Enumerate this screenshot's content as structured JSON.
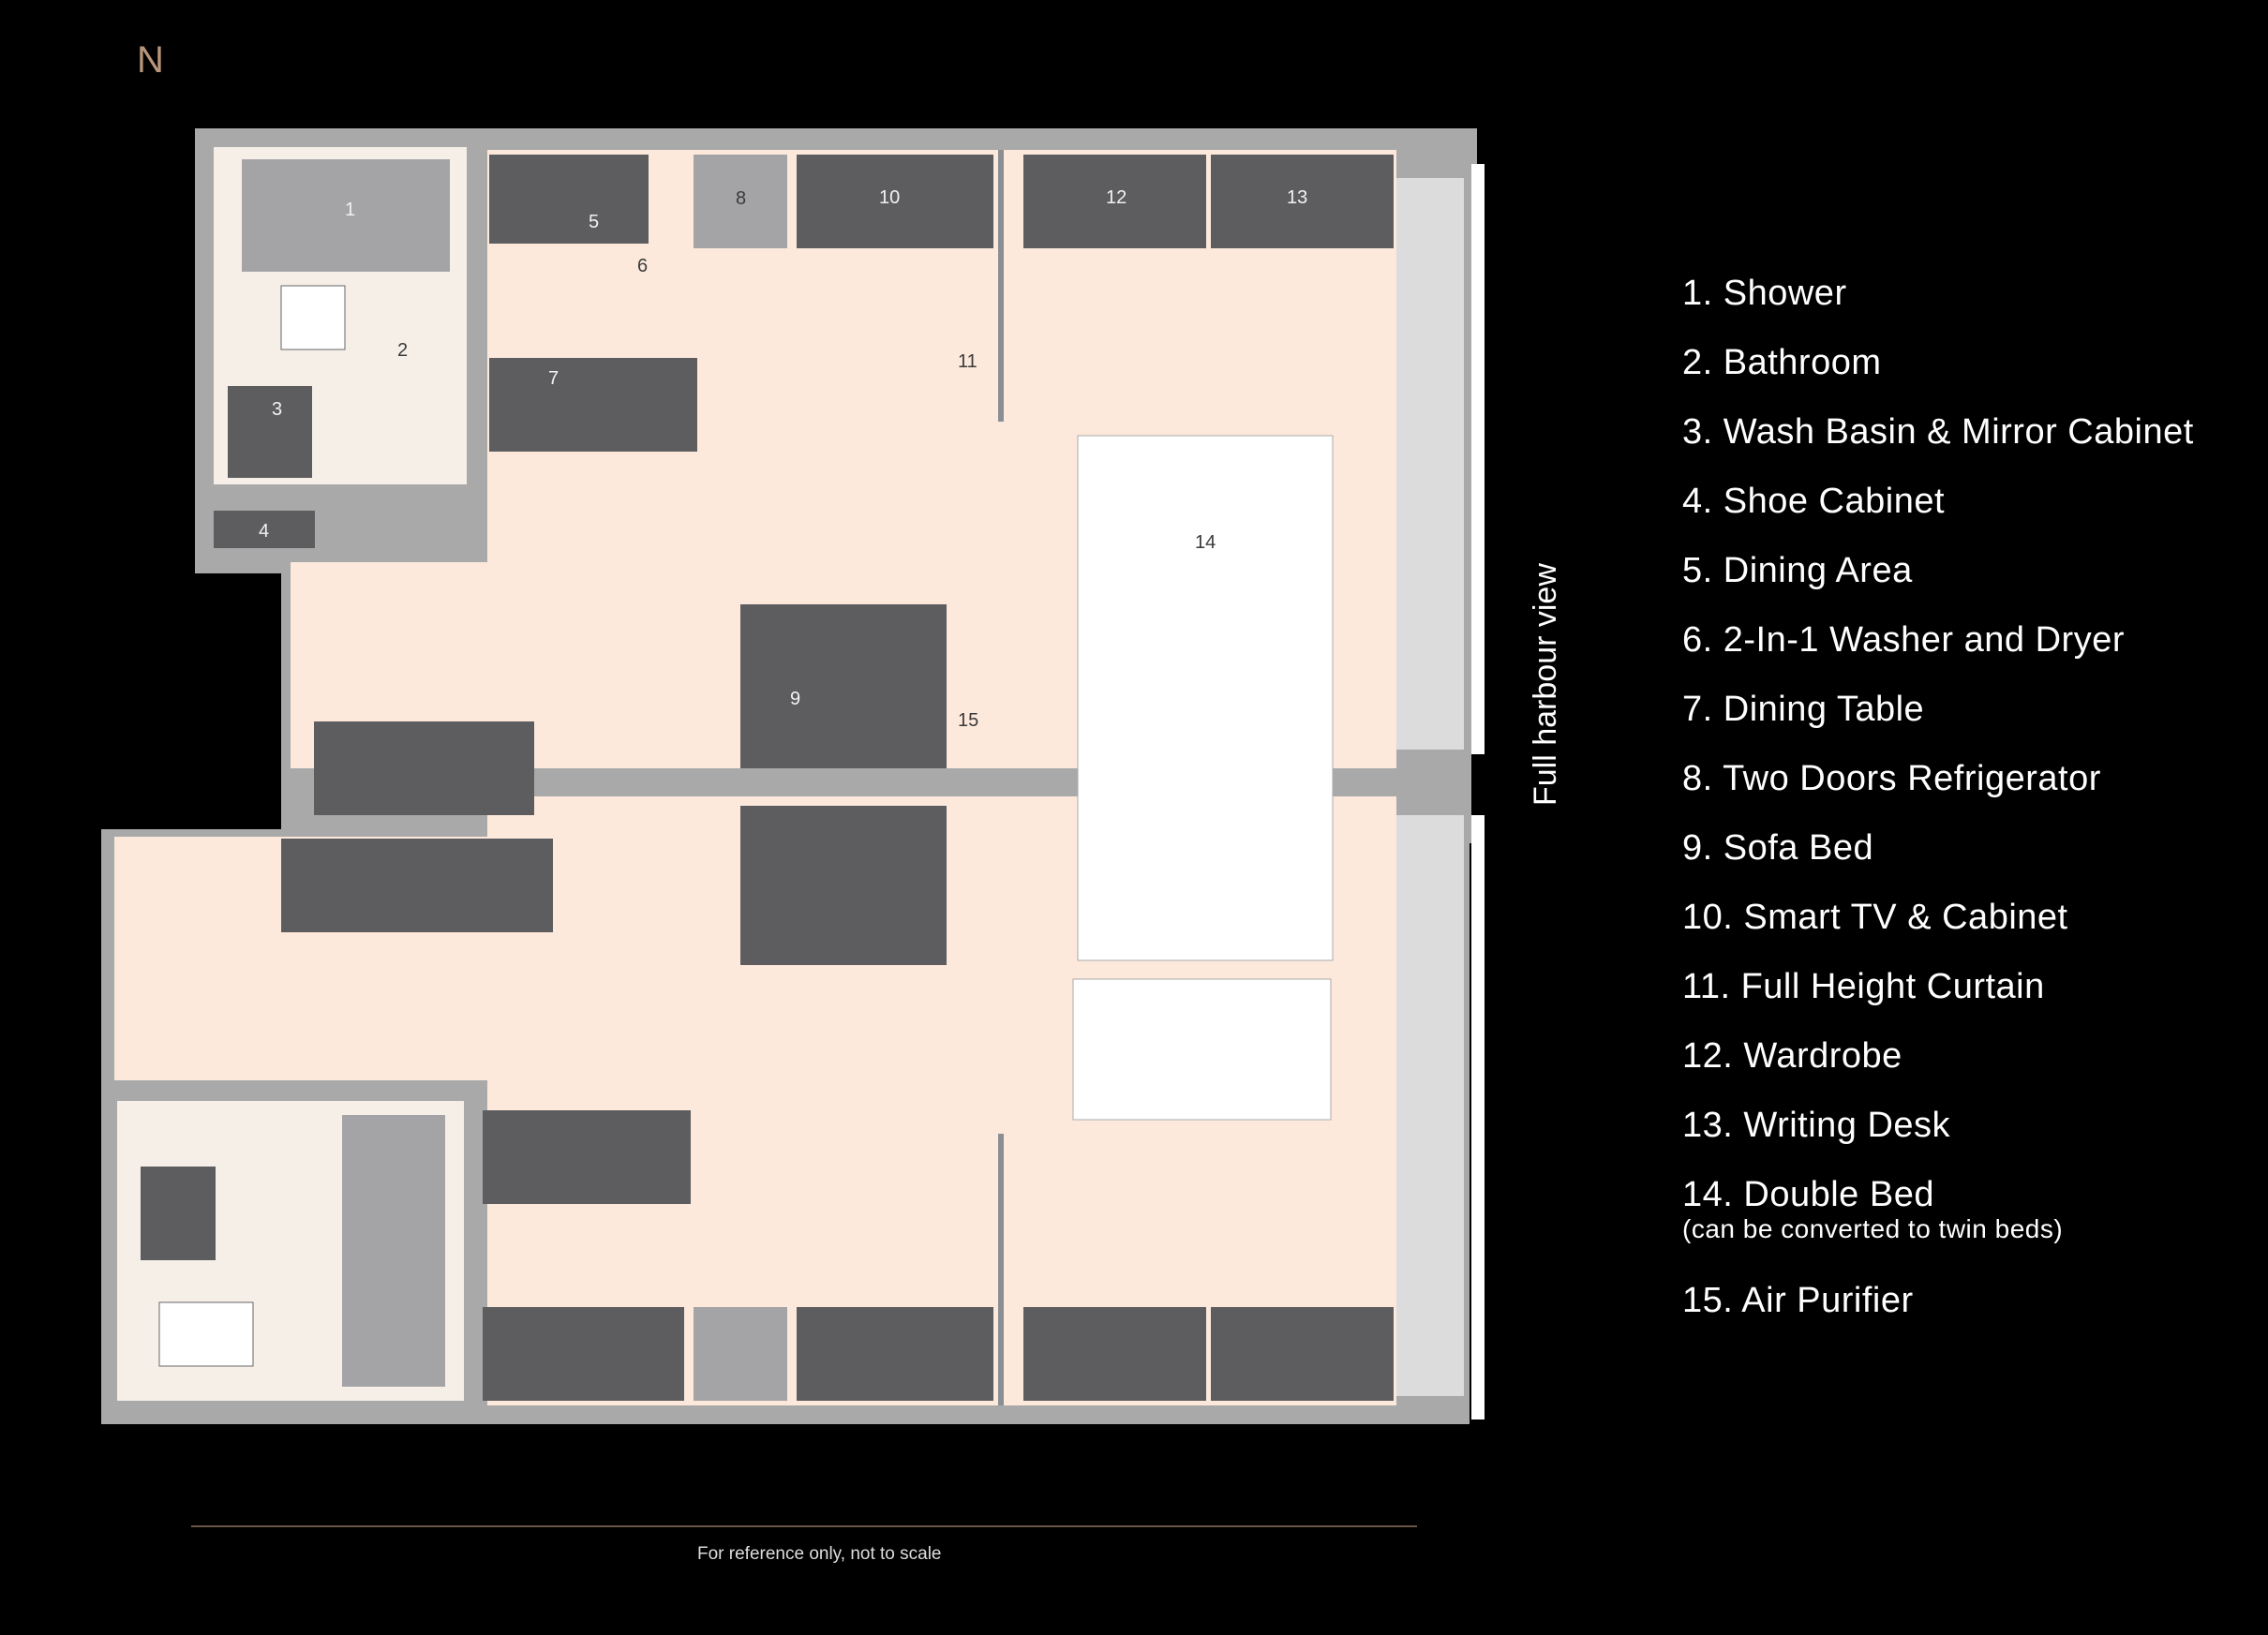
{
  "compass": {
    "label": "N"
  },
  "view_label": "Full harbour view",
  "legend": [
    {
      "text": "1.  Shower"
    },
    {
      "text": "2.  Bathroom"
    },
    {
      "text": "3.  Wash Basin & Mirror Cabinet"
    },
    {
      "text": "4.  Shoe Cabinet"
    },
    {
      "text": "5.  Dining Area"
    },
    {
      "text": "6. 2-In-1 Washer and Dryer"
    },
    {
      "text": "7.  Dining Table"
    },
    {
      "text": "8.  Two Doors Refrigerator"
    },
    {
      "text": "9.  Sofa Bed"
    },
    {
      "text": "10.  Smart TV & Cabinet"
    },
    {
      "text": "11.  Full Height Curtain"
    },
    {
      "text": "12.  Wardrobe"
    },
    {
      "text": "13.  Writing Desk"
    },
    {
      "text": "14.  Double Bed",
      "note": "(can be converted to twin beds)"
    },
    {
      "text": "15.  Air Purifier"
    }
  ],
  "plan_labels": {
    "shower": "1",
    "bathroom": "2",
    "wash_basin": "3",
    "shoe_cabinet": "4",
    "dining_area": "5",
    "washer_dryer": "6",
    "dining_table": "7",
    "refrigerator": "8",
    "sofa_bed": "9",
    "smart_tv": "10",
    "curtain": "11",
    "wardrobe": "12",
    "writing_desk": "13",
    "double_bed": "14",
    "air_purifier": "15"
  },
  "footer_note": "For reference only,  not to scale",
  "colors": {
    "background": "#000000",
    "floor": "#fce9dc",
    "wall": "#a9a9a9",
    "furniture": "#5d5d60",
    "bathroom_floor": "#f5efe8",
    "accent": "#b8957a"
  }
}
